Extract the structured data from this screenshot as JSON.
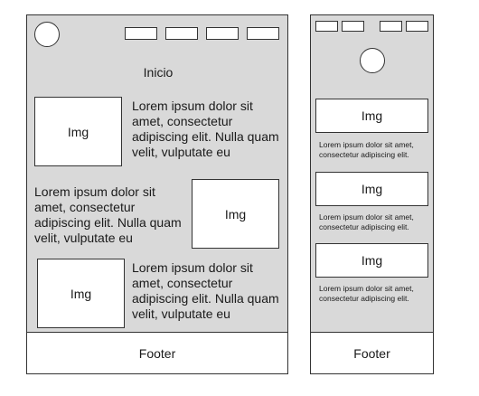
{
  "desktop": {
    "title": "Inicio",
    "sections": [
      {
        "img_label": "Img",
        "text": "Lorem ipsum dolor sit amet, consectetur adipiscing elit. Nulla quam velit, vulputate eu"
      },
      {
        "img_label": "Img",
        "text": "Lorem ipsum dolor sit amet, consectetur adipiscing elit. Nulla quam velit, vulputate eu"
      },
      {
        "img_label": "Img",
        "text": "Lorem ipsum dolor sit amet, consectetur adipiscing elit. Nulla quam velit, vulputate eu"
      }
    ],
    "footer": "Footer"
  },
  "mobile": {
    "sections": [
      {
        "img_label": "Img",
        "text": "Lorem ipsum dolor sit amet, consectetur adipiscing elit."
      },
      {
        "img_label": "Img",
        "text": "Lorem ipsum dolor sit amet, consectetur adipiscing elit."
      },
      {
        "img_label": "Img",
        "text": "Lorem ipsum dolor sit amet, consectetur adipiscing elit."
      }
    ],
    "footer": "Footer"
  }
}
